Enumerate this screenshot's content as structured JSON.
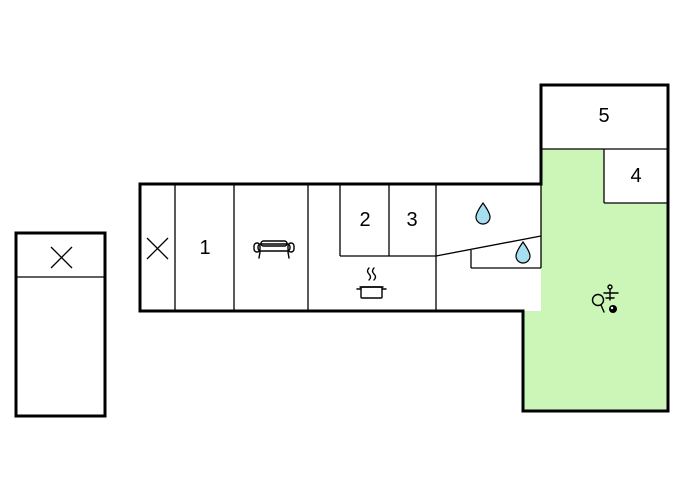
{
  "floorplan": {
    "colors": {
      "wall": "#000000",
      "background": "#ffffff",
      "highlight": "#ccf5b8",
      "water": "#a8dff0"
    },
    "rooms": [
      {
        "label": "1"
      },
      {
        "label": "2"
      },
      {
        "label": "3"
      },
      {
        "label": "4"
      },
      {
        "label": "5"
      }
    ],
    "icons": [
      "closed-area-cross-icon",
      "closed-area-cross-icon",
      "sofa-icon",
      "cooking-pot-icon",
      "water-drop-icon",
      "water-drop-icon",
      "table-tennis-billiard-icon"
    ]
  }
}
